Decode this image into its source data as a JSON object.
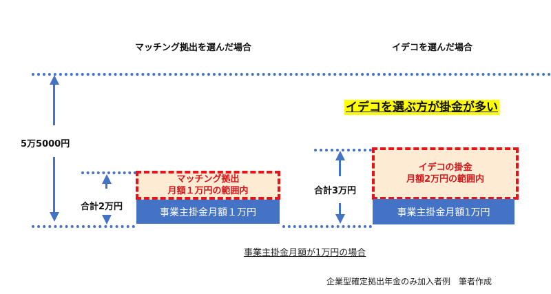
{
  "headings": {
    "matching": "マッチング拠出を選んだ場合",
    "ideco": "イデコを選んだ場合"
  },
  "callout": "イデコを選ぶ方が掛金が多い",
  "left_axis": {
    "label": "5万5000円"
  },
  "matching_case": {
    "total_label": "合計2万円",
    "dashed_box": {
      "line1": "マッチング拠出",
      "line2": "月額１万円の範囲内"
    },
    "employer_box": "事業主掛金月額１万円"
  },
  "ideco_case": {
    "total_label": "合計3万円",
    "dashed_box": {
      "line1": "イデコの掛金",
      "line2": "月額2万円の範囲内"
    },
    "employer_box": "事業主掛金月額1万円"
  },
  "caption": "事業主掛金月額が1万円の場合",
  "source": "企業型確定拠出年金のみ加入者例　筆者作成",
  "colors": {
    "blue": "#4472c4",
    "red": "#e3151a",
    "cream": "#fdecd3",
    "highlight": "#ffff00"
  }
}
